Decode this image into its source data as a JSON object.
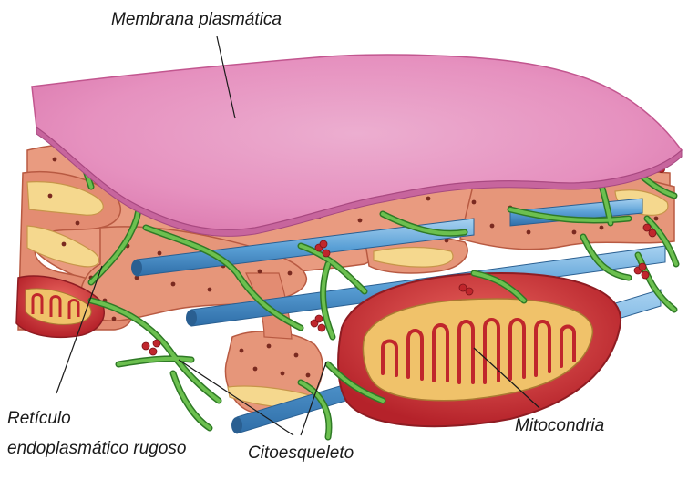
{
  "labels": {
    "membrane": "Membrana plasmática",
    "rer_line1": "Retículo",
    "rer_line2": "endoplasmático rugoso",
    "cytoskeleton": "Citoesqueleto",
    "mitochondria": "Mitocondria"
  },
  "colors": {
    "membrane": "#e98fbd",
    "membrane_edge": "#c2568f",
    "er": "#e6967a",
    "er_edge": "#b85a42",
    "er_inner": "#f3d48a",
    "ribosome": "#7a2a20",
    "filament": "#69b84a",
    "filament_edge": "#2f7a26",
    "microtubule": "#5aa0d6",
    "microtubule_edge": "#2a5f91",
    "mito": "#d63a3a",
    "mito_dark": "#a21f26",
    "mito_inner": "#f0c26a",
    "knot": "#c0262c"
  }
}
